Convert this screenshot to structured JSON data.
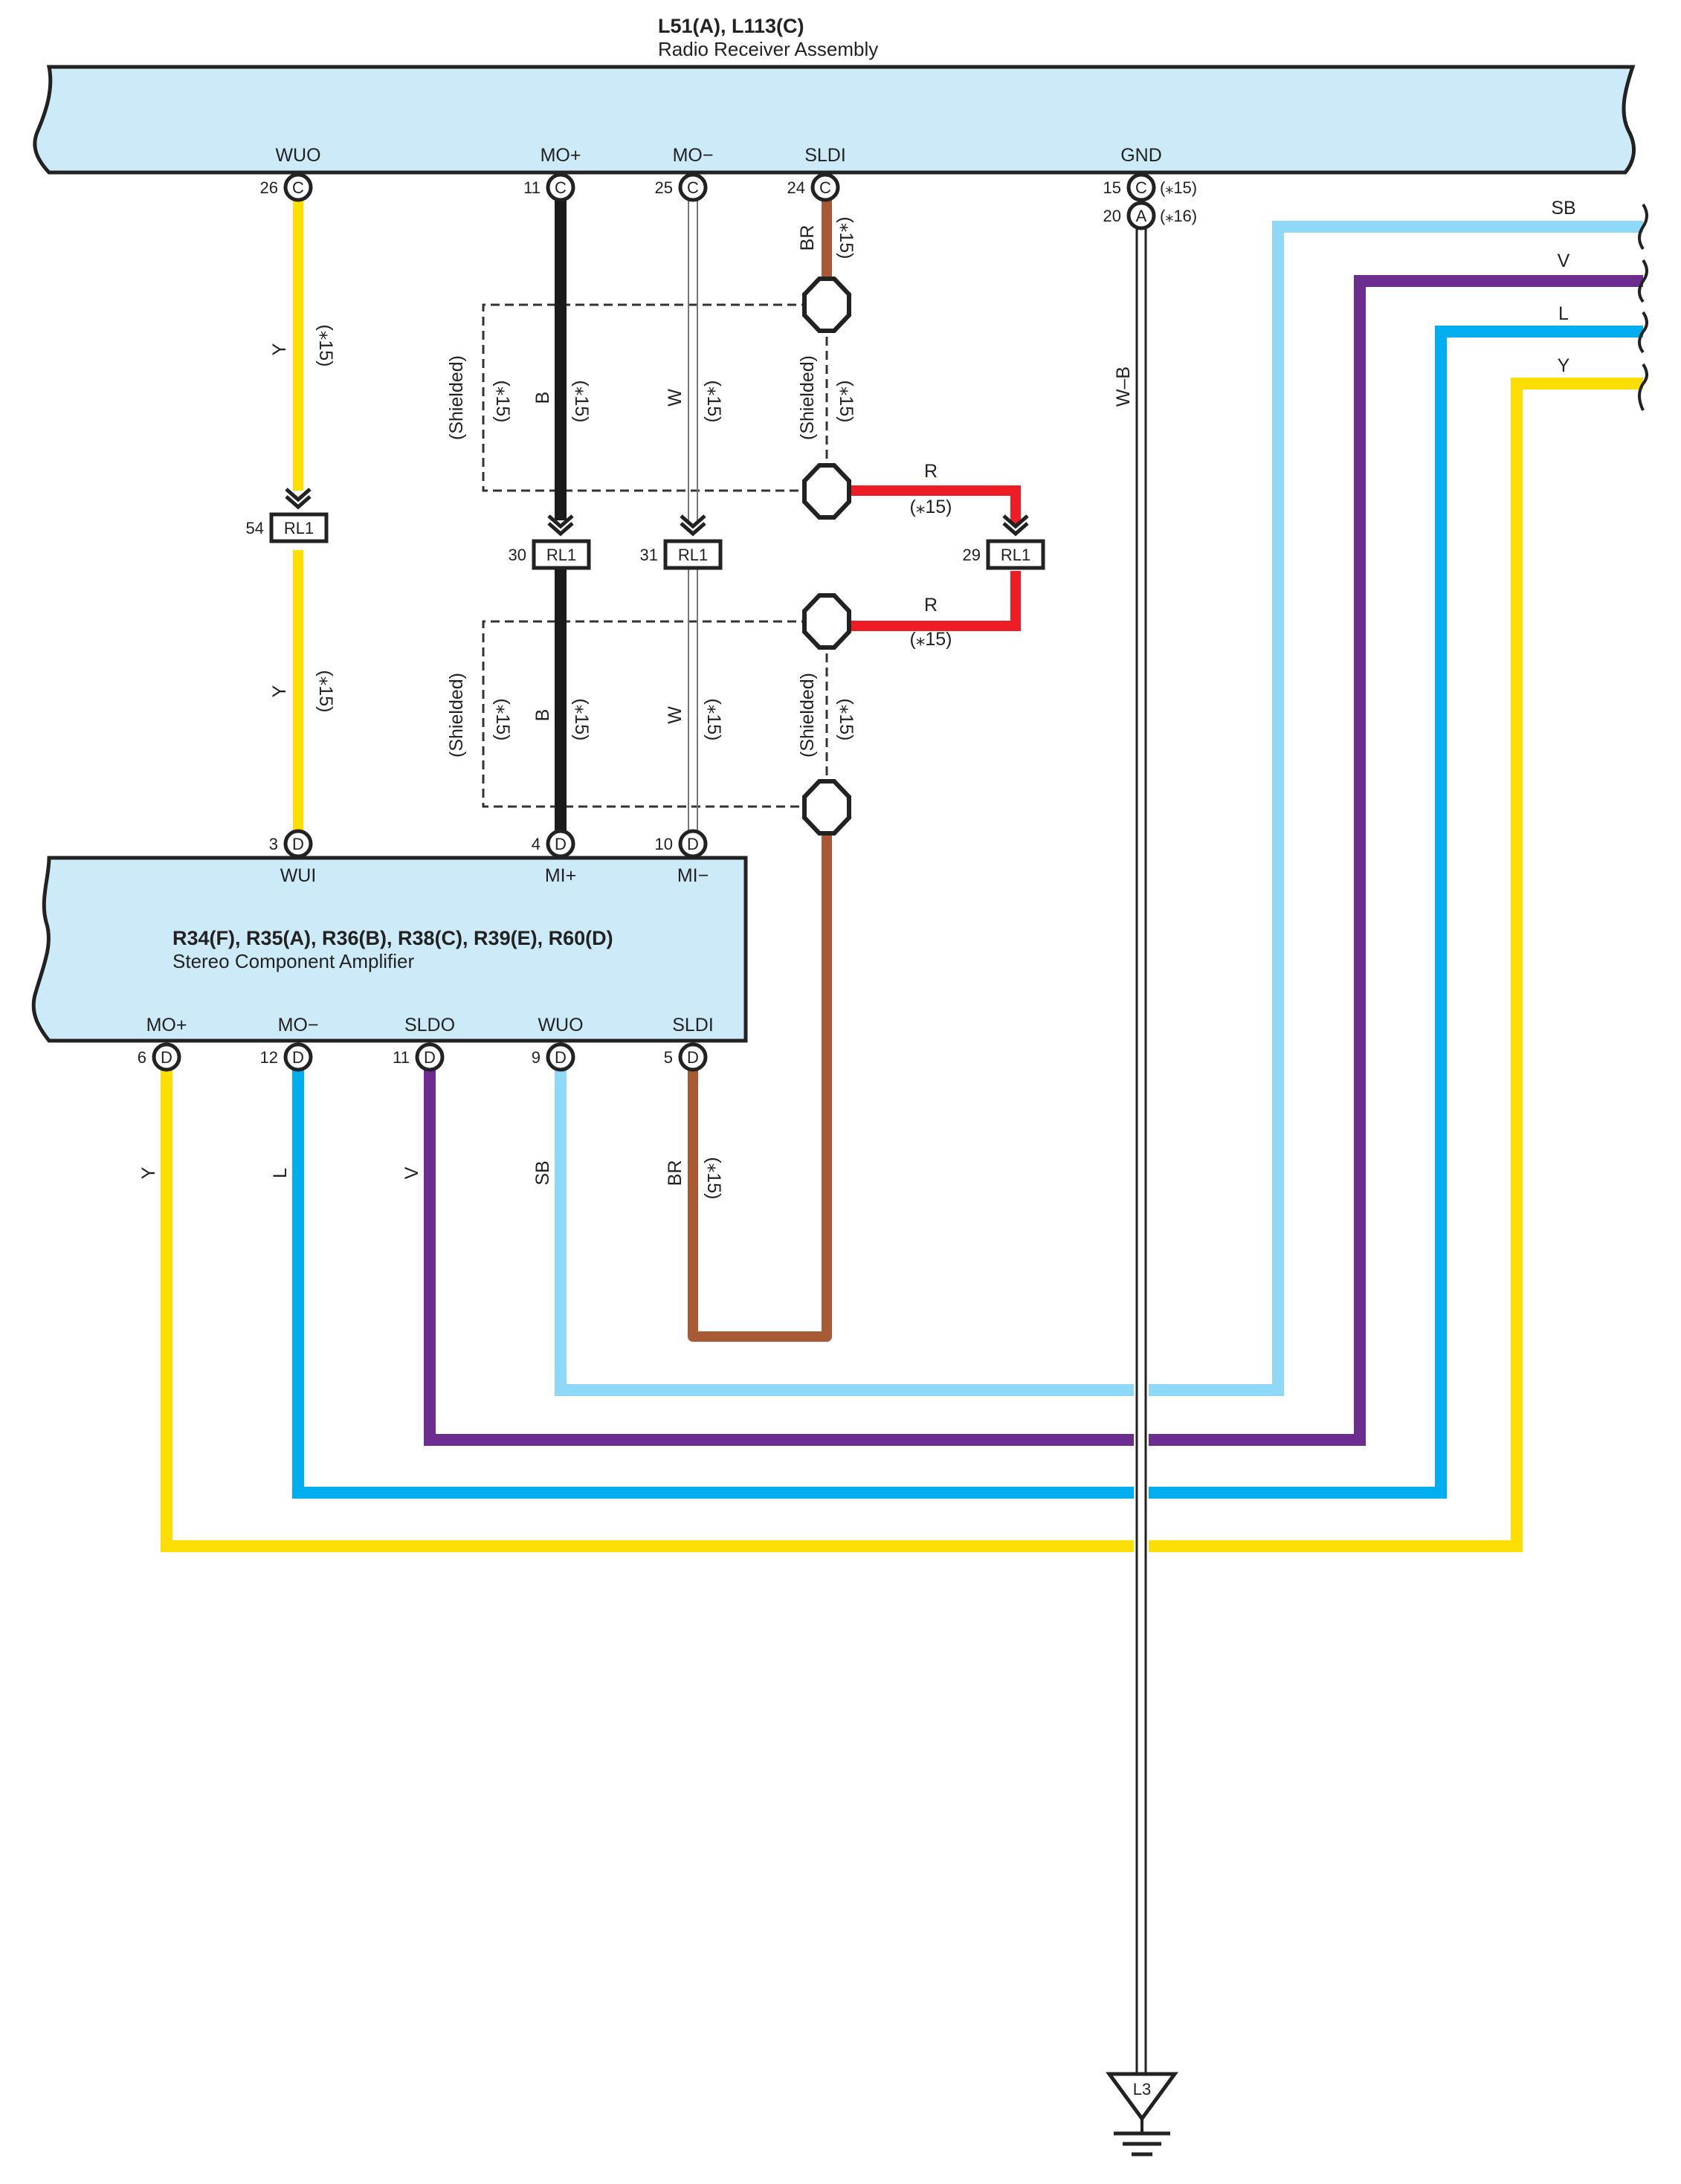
{
  "colors": {
    "Y": "#FEDD00",
    "B": "#1a1a1a",
    "W": "#ffffff",
    "BR": "#A85A34",
    "R": "#EE1C25",
    "SB": "#8ED8F8",
    "V": "#6D2C90",
    "L": "#00AEEF",
    "component_fill": "#CDEAF8",
    "shield": "#333333"
  },
  "receiver": {
    "code": "L51(A), L113(C)",
    "name": "Radio Receiver Assembly",
    "pins": [
      {
        "label": "WUO",
        "num": "26",
        "conn": "C"
      },
      {
        "label": "MO+",
        "num": "11",
        "conn": "C"
      },
      {
        "label": "MO−",
        "num": "25",
        "conn": "C"
      },
      {
        "label": "SLDI",
        "num": "24",
        "conn": "C"
      },
      {
        "label": "GND",
        "num": "15",
        "conn": "C",
        "note": "(⁎15)"
      },
      {
        "label": "",
        "num": "20",
        "conn": "A",
        "note": "(⁎16)"
      }
    ]
  },
  "amplifier": {
    "code": "R34(F), R35(A), R36(B), R38(C), R39(E), R60(D)",
    "name": "Stereo Component Amplifier",
    "top_pins": [
      {
        "label": "WUI",
        "num": "3",
        "conn": "D"
      },
      {
        "label": "MI+",
        "num": "4",
        "conn": "D"
      },
      {
        "label": "MI−",
        "num": "10",
        "conn": "D"
      }
    ],
    "bottom_pins": [
      {
        "label": "MO+",
        "num": "6",
        "conn": "D"
      },
      {
        "label": "MO−",
        "num": "12",
        "conn": "D"
      },
      {
        "label": "SLDO",
        "num": "11",
        "conn": "D"
      },
      {
        "label": "WUO",
        "num": "9",
        "conn": "D"
      },
      {
        "label": "SLDI",
        "num": "5",
        "conn": "D"
      }
    ]
  },
  "junctions": [
    {
      "num": "54",
      "name": "RL1"
    },
    {
      "num": "30",
      "name": "RL1"
    },
    {
      "num": "31",
      "name": "RL1"
    },
    {
      "num": "29",
      "name": "RL1"
    }
  ],
  "wire_labels": {
    "Y": "Y",
    "B": "B",
    "W": "W",
    "BR": "BR",
    "R": "R",
    "SB": "SB",
    "V": "V",
    "L": "L",
    "WB": "W–B"
  },
  "notes": {
    "star15": "(⁎15)",
    "shielded": "(Shielded)"
  },
  "ground": {
    "name": "L3"
  }
}
